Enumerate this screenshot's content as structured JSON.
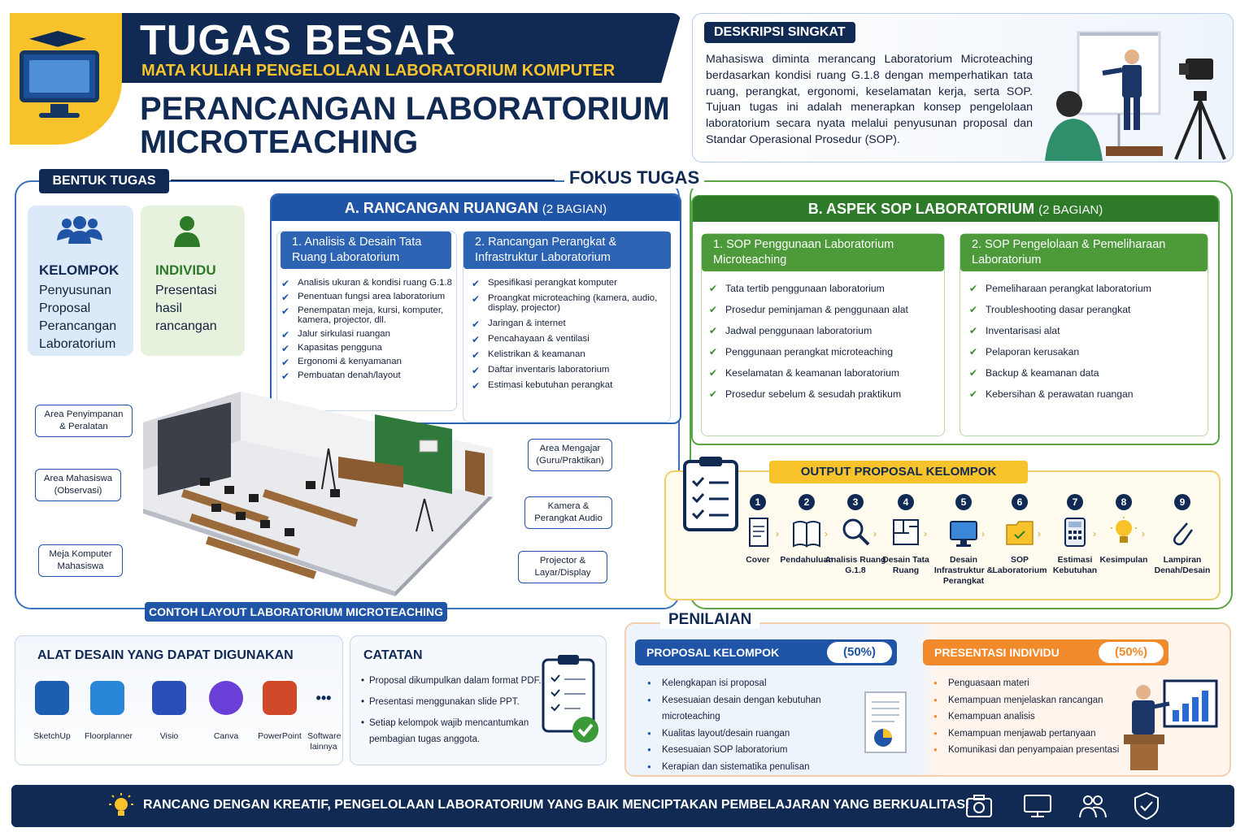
{
  "header": {
    "title": "TUGAS BESAR",
    "course": "MATA KULIAH PENGELOLAAN LABORATORIUM KOMPUTER",
    "project_line1": "PERANCANGAN LABORATORIUM",
    "project_line2": "MICROTEACHING"
  },
  "description": {
    "tag": "DESKRIPSI SINGKAT",
    "text": "Mahasiswa diminta merancang Laboratorium Microteaching berdasarkan kondisi ruang G.1.8 dengan memperhatikan tata ruang, perangkat, ergonomi, keselamatan kerja, serta SOP. Tujuan tugas ini adalah menerapkan konsep pengelolaan laboratorium secara nyata melalui penyusunan proposal dan Standar Operasional Prosedur (SOP)."
  },
  "bentuk_tugas": {
    "tag": "BENTUK TUGAS",
    "kelompok": {
      "title": "KELOMPOK",
      "text": "Penyusunan Proposal Perancangan Laboratorium"
    },
    "individu": {
      "title": "INDIVIDU",
      "text": "Presentasi hasil rancangan"
    }
  },
  "fokus": "FOKUS TUGAS",
  "section_a": {
    "title": "A. RANCANGAN RUANGAN",
    "suffix": "(2 BAGIAN)",
    "part1": {
      "title": "1.  Analisis & Desain Tata Ruang Laboratorium",
      "items": [
        "Analisis ukuran & kondisi ruang G.1.8",
        "Penentuan fungsi area laboratorium",
        "Penempatan meja, kursi, komputer, kamera, projector, dll.",
        "Jalur sirkulasi ruangan",
        "Kapasitas pengguna",
        "Ergonomi & kenyamanan",
        "Pembuatan denah/layout"
      ]
    },
    "part2": {
      "title": "2.  Rancangan Perangkat & Infrastruktur Laboratorium",
      "items": [
        "Spesifikasi perangkat komputer",
        "Proangkat microteaching (kamera, audio, display, projector)",
        "Jaringan & internet",
        "Pencahayaan & ventilasi",
        "Kelistrikan & keamanan",
        "Daftar inventaris laboratorium",
        "Estimasi kebutuhan perangkat"
      ]
    }
  },
  "section_b": {
    "title": "B. ASPEK SOP LABORATORIUM",
    "suffix": "(2 BAGIAN)",
    "part1": {
      "title": "1.  SOP Penggunaan Laboratorium Microteaching",
      "items": [
        "Tata tertib penggunaan laboratorium",
        "Prosedur peminjaman & penggunaan alat",
        "Jadwal penggunaan laboratorium",
        "Penggunaan perangkat microteaching",
        "Keselamatan & keamanan laboratorium",
        "Prosedur sebelum & sesudah praktikum"
      ]
    },
    "part2": {
      "title": "2.  SOP Pengelolaan & Pemeliharaan Laboratorium",
      "items": [
        "Pemeliharaan perangkat laboratorium",
        "Troubleshooting dasar perangkat",
        "Inventarisasi alat",
        "Pelaporan kerusakan",
        "Backup & keamanan data",
        "Kebersihan & perawatan ruangan"
      ]
    }
  },
  "layout": {
    "tag": "CONTOH LAYOUT LABORATORIUM MICROTEACHING",
    "callouts": {
      "storage": "Area Penyimpanan & Peralatan",
      "students": "Area Mahasiswa (Observasi)",
      "desks": "Meja Komputer Mahasiswa",
      "teach": "Area Mengajar (Guru/Praktikan)",
      "camera": "Kamera & Perangkat Audio",
      "projector": "Projector & Layar/Display"
    }
  },
  "output": {
    "tag": "OUTPUT PROPOSAL KELOMPOK",
    "steps": [
      {
        "n": "1",
        "label": "Cover",
        "icon": "document-icon"
      },
      {
        "n": "2",
        "label": "Pendahuluan",
        "icon": "book-icon"
      },
      {
        "n": "3",
        "label": "Analisis Ruang G.1.8",
        "icon": "magnifier-icon"
      },
      {
        "n": "4",
        "label": "Desain Tata Ruang",
        "icon": "floorplan-icon"
      },
      {
        "n": "5",
        "label": "Desain Infrastruktur & Perangkat",
        "icon": "monitor-icon"
      },
      {
        "n": "6",
        "label": "SOP Laboratorium",
        "icon": "folder-icon"
      },
      {
        "n": "7",
        "label": "Estimasi Kebutuhan",
        "icon": "calculator-icon"
      },
      {
        "n": "8",
        "label": "Kesimpulan",
        "icon": "lightbulb-icon"
      },
      {
        "n": "9",
        "label": "Lampiran Denah/Desain",
        "icon": "paperclip-icon"
      }
    ]
  },
  "tools": {
    "title": "ALAT DESAIN YANG DAPAT DIGUNAKAN",
    "items": [
      {
        "label": "SketchUp",
        "color": "#1c5fb0"
      },
      {
        "label": "Floorplanner",
        "color": "#2a86d8"
      },
      {
        "label": "Visio",
        "color": "#2b4fb8"
      },
      {
        "label": "Canva",
        "color": "#6a3fd8"
      },
      {
        "label": "PowerPoint",
        "color": "#d0482a"
      },
      {
        "label": "Software lainnya",
        "color": "#102a54"
      }
    ]
  },
  "notes": {
    "title": "CATATAN",
    "items": [
      "Proposal dikumpulkan dalam format PDF.",
      "Presentasi menggunakan slide PPT.",
      "Setiap kelompok wajib mencantumkan pembagian tugas anggota."
    ]
  },
  "penilaian": {
    "title": "PENILAIAN",
    "proposal": {
      "title": "PROPOSAL KELOMPOK",
      "pct": "(50%)",
      "items": [
        "Kelengkapan isi proposal",
        "Kesesuaian desain dengan kebutuhan microteaching",
        "Kualitas layout/desain ruangan",
        "Kesesuaian SOP laboratorium",
        "Kerapian dan sistematika penulisan"
      ]
    },
    "presentasi": {
      "title": "PRESENTASI INDIVIDU",
      "pct": "(50%)",
      "items": [
        "Penguasaan materi",
        "Kemampuan menjelaskan rancangan",
        "Kemampuan analisis",
        "Kemampuan menjawab pertanyaan",
        "Komunikasi dan penyampaian presentasi"
      ]
    }
  },
  "footer": {
    "text": "RANCANG DENGAN KREATIF, PENGELOLAAN LABORATORIUM YANG BAIK MENCIPTAKAN PEMBELAJARAN YANG BERKUALITAS!"
  }
}
